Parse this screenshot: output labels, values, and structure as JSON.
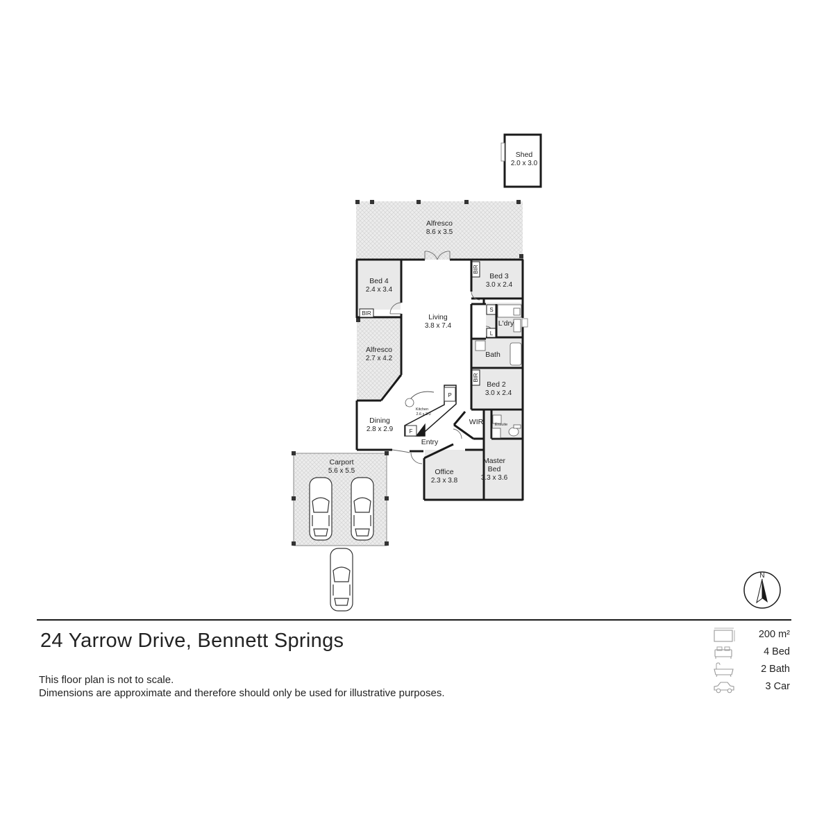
{
  "property": {
    "address": "24 Yarrow Drive, Bennett Springs"
  },
  "disclaimer": {
    "line1": "This floor plan is not to scale.",
    "line2": "Dimensions are approximate and therefore should only be used for illustrative purposes."
  },
  "stats": [
    {
      "icon": "floor-area-icon",
      "value": "200 m²"
    },
    {
      "icon": "bed-icon",
      "value": "4 Bed"
    },
    {
      "icon": "bath-icon",
      "value": "2 Bath"
    },
    {
      "icon": "car-icon",
      "value": "3 Car"
    }
  ],
  "compass": {
    "label": "N"
  },
  "rooms": {
    "shed": {
      "name": "Shed",
      "dims": "2.0 x 3.0"
    },
    "alfresco_main": {
      "name": "Alfresco",
      "dims": "8.6 x 3.5"
    },
    "bed4": {
      "name": "Bed 4",
      "dims": "2.4 x 3.4"
    },
    "bed3": {
      "name": "Bed 3",
      "dims": "3.0 x 2.4"
    },
    "living": {
      "name": "Living",
      "dims": "3.8 x 7.4"
    },
    "alfresco_side": {
      "name": "Alfresco",
      "dims": "2.7 x 4.2"
    },
    "laundry": {
      "name": "L'dry"
    },
    "bath": {
      "name": "Bath"
    },
    "bed2": {
      "name": "Bed 2",
      "dims": "3.0 x 2.4"
    },
    "kitchen": {
      "name": "Kitchen",
      "dims": "2.6 x 3.0"
    },
    "dining": {
      "name": "Dining",
      "dims": "2.8 x 2.9"
    },
    "wir": {
      "name": "WIR"
    },
    "ensuite": {
      "name": "Ensuite"
    },
    "entry": {
      "name": "Entry"
    },
    "carport": {
      "name": "Carport",
      "dims": "5.6 x 5.5"
    },
    "office": {
      "name": "Office",
      "dims": "2.3 x 3.8"
    },
    "master_bed": {
      "name": "Master",
      "name2": "Bed",
      "dims": "3.3 x 3.6"
    }
  },
  "markers": {
    "bir": "BIR",
    "shower": "S",
    "linen": "L",
    "pantry": "P",
    "fridge": "F"
  },
  "colors": {
    "wall": "#1a1a1a",
    "room_fill": "#e9e9e9",
    "outdoor_fill": "#ececec"
  }
}
